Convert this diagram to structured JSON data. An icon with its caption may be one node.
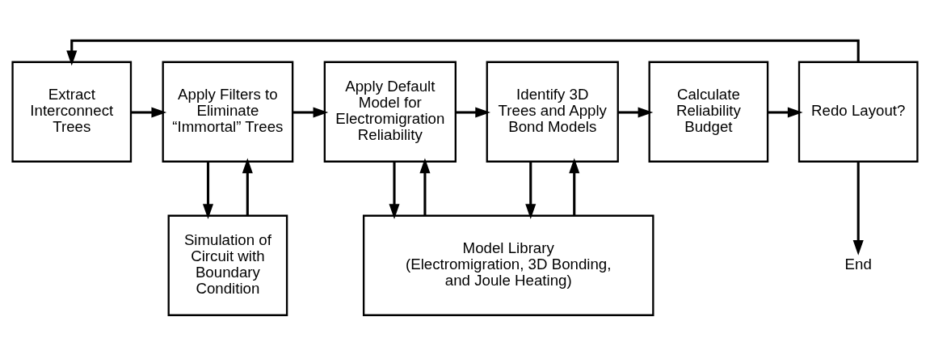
{
  "diagram": {
    "nodes": [
      {
        "text": [
          "Extract Interconnect Trees"
        ]
      },
      {
        "text": [
          "Apply Filters to Eliminate “Immortal” Trees"
        ]
      },
      {
        "text": [
          "Apply Default Model for Electromigration Reliability"
        ]
      },
      {
        "text": [
          "Identify 3D Trees and Apply Bond Models"
        ]
      },
      {
        "text": [
          "Calculate Reliability Budget"
        ]
      },
      {
        "text": [
          "Redo Layout?"
        ]
      },
      {
        "text": [
          "Simulation of Circuit with Boundary Condition"
        ]
      },
      {
        "text": [
          "Model Library (Electromigration, 3D Bonding, and Joule Heating)"
        ]
      },
      {
        "text": [
          "End"
        ]
      }
    ],
    "edges": [
      {
        "from": 0,
        "to": 1,
        "arrow": "to"
      },
      {
        "from": 1,
        "to": 2,
        "arrow": "to"
      },
      {
        "from": 2,
        "to": 3,
        "arrow": "to"
      },
      {
        "from": 3,
        "to": 4,
        "arrow": "to"
      },
      {
        "from": 4,
        "to": 5,
        "arrow": "to"
      },
      {
        "from": 5,
        "to": 0,
        "arrow": "to"
      },
      {
        "from": 5,
        "to": 8,
        "arrow": "to"
      },
      {
        "from": 6,
        "to": 1,
        "arrow": "to"
      },
      {
        "from": 1,
        "to": 6,
        "arrow": "to"
      },
      {
        "from": 7,
        "to": 2,
        "arrow": "to"
      },
      {
        "from": 2,
        "to": 7,
        "arrow": "to"
      },
      {
        "from": 7,
        "to": 3,
        "arrow": "to"
      },
      {
        "from": 3,
        "to": 7,
        "arrow": "to"
      }
    ]
  }
}
